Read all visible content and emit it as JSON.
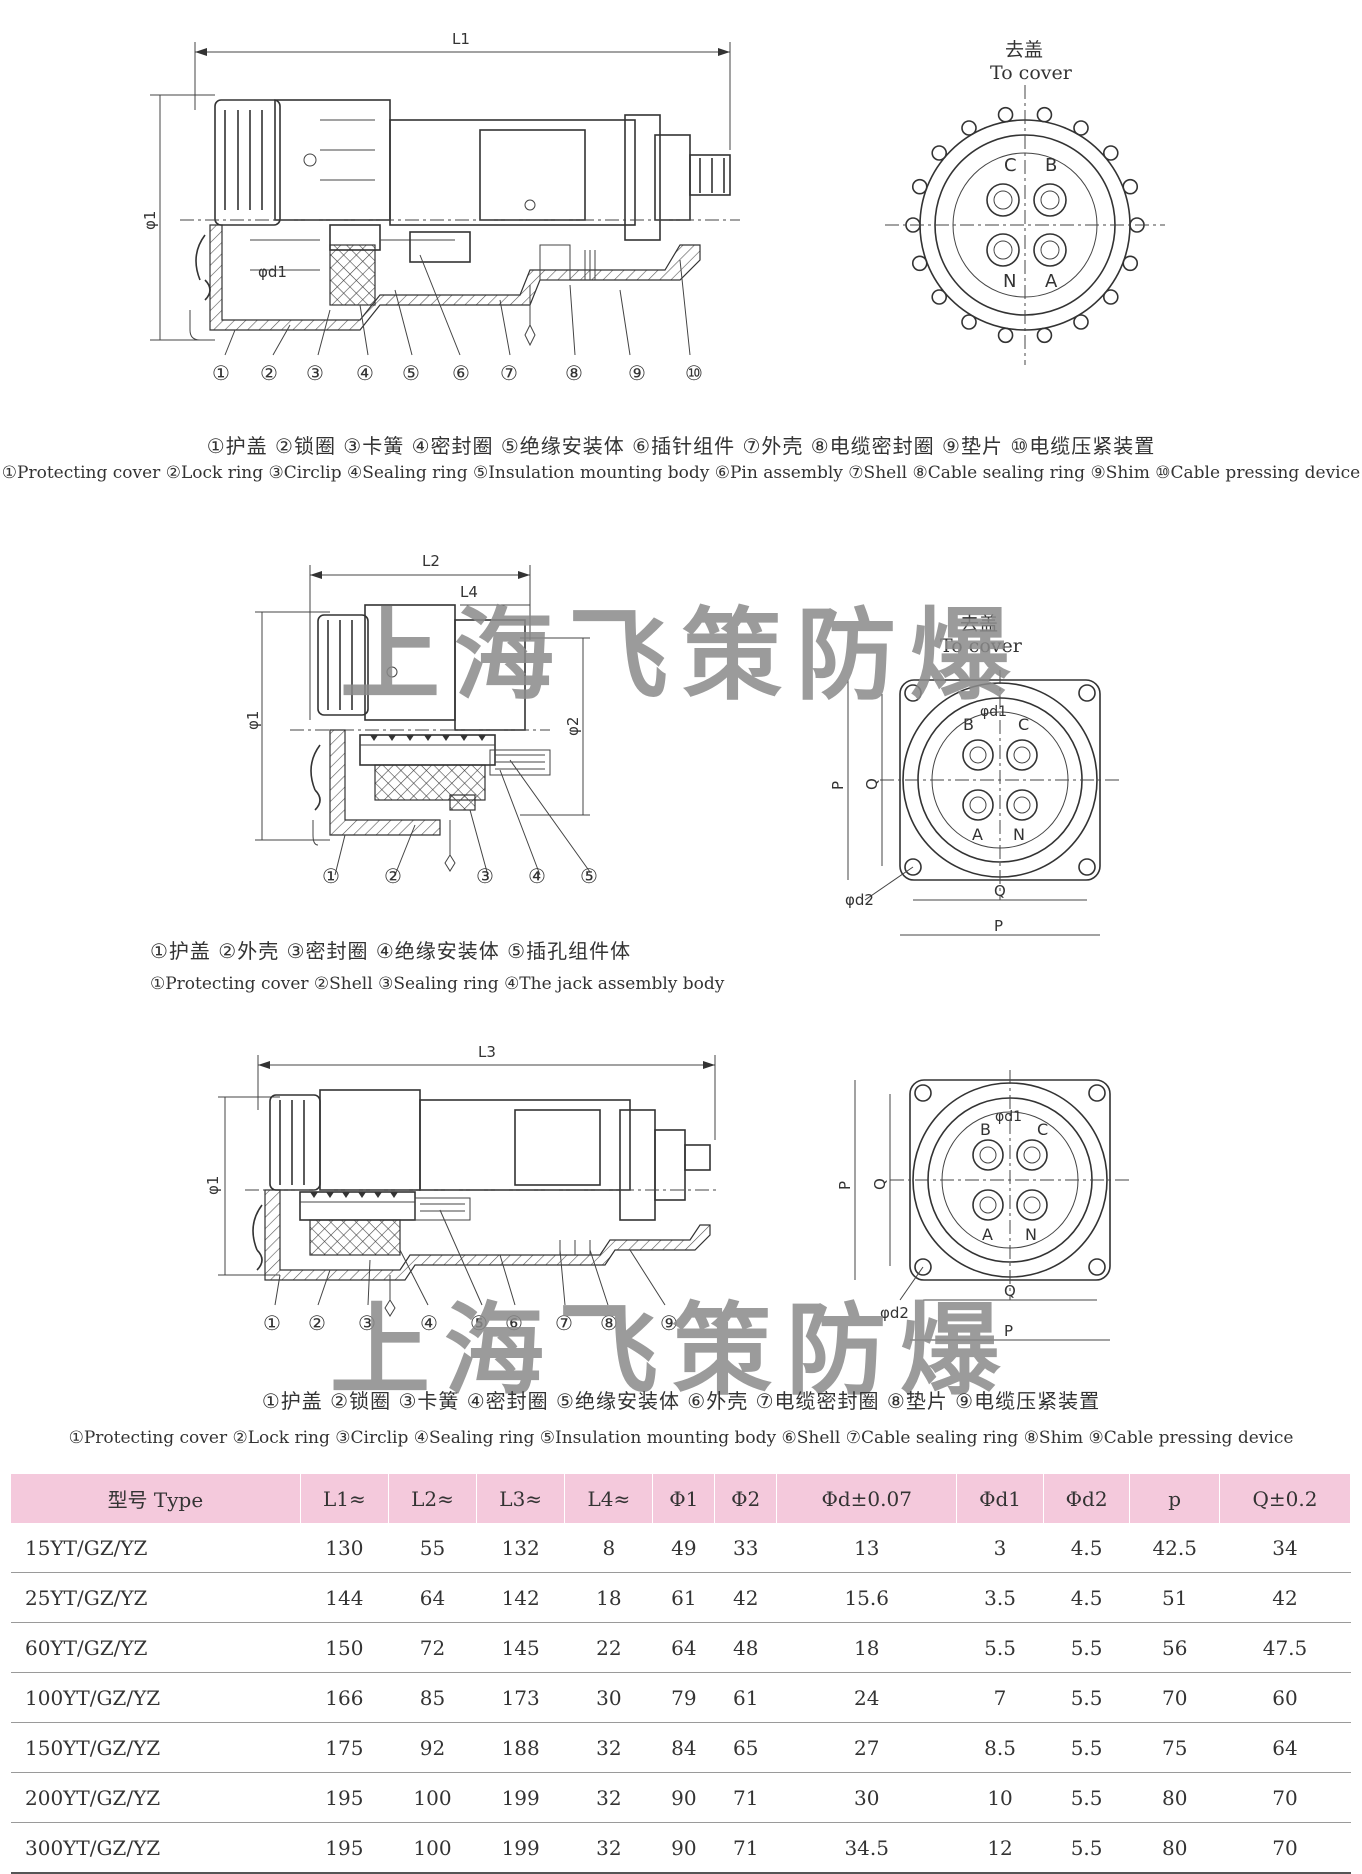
{
  "diagram1": {
    "dim_l1": "L1",
    "dim_phi1": "φ1",
    "dim_phid1": "φd1",
    "cover_cn": "去盖",
    "cover_en": "To cover",
    "pins": [
      "C",
      "B",
      "N",
      "A"
    ],
    "numbers": [
      "①",
      "②",
      "③",
      "④",
      "⑤",
      "⑥",
      "⑦",
      "⑧",
      "⑨",
      "⑩"
    ],
    "caption_cn": "①护盖 ②锁圈 ③卡簧 ④密封圈 ⑤绝缘安装体 ⑥插针组件 ⑦外壳 ⑧电缆密封圈 ⑨垫片 ⑩电缆压紧装置",
    "caption_en": "①Protecting cover ②Lock ring ③Circlip ④Sealing ring ⑤Insulation mounting body ⑥Pin assembly ⑦Shell ⑧Cable sealing ring ⑨Shim ⑩Cable pressing device"
  },
  "diagram2": {
    "dim_l2": "L2",
    "dim_l4": "L4",
    "dim_phi1": "φ1",
    "dim_phi2": "φ2",
    "dim_phid1": "φd1",
    "dim_phid2": "φd2",
    "dim_p": "P",
    "dim_q": "Q",
    "cover_cn": "去盖",
    "cover_en": "To cover",
    "pins": [
      "B",
      "C",
      "A",
      "N"
    ],
    "numbers": [
      "①",
      "②",
      "③",
      "④",
      "⑤"
    ],
    "caption_cn": "①护盖 ②外壳 ③密封圈 ④绝缘安装体 ⑤插孔组件体",
    "caption_en": "①Protecting cover  ②Shell ③Sealing ring ④The jack assembly body"
  },
  "diagram3": {
    "dim_l3": "L3",
    "dim_phi1": "φ1",
    "dim_phid1": "φd1",
    "dim_phid2": "φd2",
    "dim_p": "P",
    "dim_q": "Q",
    "pins": [
      "B",
      "C",
      "A",
      "N"
    ],
    "numbers": [
      "①",
      "②",
      "③",
      "④",
      "⑤",
      "⑥",
      "⑦",
      "⑧",
      "⑨"
    ],
    "caption_cn": "①护盖 ②锁圈 ③卡簧 ④密封圈 ⑤绝缘安装体 ⑥外壳 ⑦电缆密封圈 ⑧垫片 ⑨电缆压紧装置",
    "caption_en": "①Protecting cover ②Lock ring ③Circlip ④Sealing ring ⑤Insulation mounting body ⑥Shell ⑦Cable sealing ring ⑧Shim ⑨Cable pressing device"
  },
  "watermark": "上海飞策防爆",
  "table": {
    "headers": [
      "型号 Type",
      "L1≈",
      "L2≈",
      "L3≈",
      "L4≈",
      "Φ1",
      "Φ2",
      "Φd±0.07",
      "Φd1",
      "Φd2",
      "p",
      "Q±0.2"
    ],
    "rows": [
      [
        "15YT/GZ/YZ",
        "130",
        "55",
        "132",
        "8",
        "49",
        "33",
        "13",
        "3",
        "4.5",
        "42.5",
        "34"
      ],
      [
        "25YT/GZ/YZ",
        "144",
        "64",
        "142",
        "18",
        "61",
        "42",
        "15.6",
        "3.5",
        "4.5",
        "51",
        "42"
      ],
      [
        "60YT/GZ/YZ",
        "150",
        "72",
        "145",
        "22",
        "64",
        "48",
        "18",
        "5.5",
        "5.5",
        "56",
        "47.5"
      ],
      [
        "100YT/GZ/YZ",
        "166",
        "85",
        "173",
        "30",
        "79",
        "61",
        "24",
        "7",
        "5.5",
        "70",
        "60"
      ],
      [
        "150YT/GZ/YZ",
        "175",
        "92",
        "188",
        "32",
        "84",
        "65",
        "27",
        "8.5",
        "5.5",
        "75",
        "64"
      ],
      [
        "200YT/GZ/YZ",
        "195",
        "100",
        "199",
        "32",
        "90",
        "71",
        "30",
        "10",
        "5.5",
        "80",
        "70"
      ],
      [
        "300YT/GZ/YZ",
        "195",
        "100",
        "199",
        "32",
        "90",
        "71",
        "34.5",
        "12",
        "5.5",
        "80",
        "70"
      ]
    ]
  }
}
